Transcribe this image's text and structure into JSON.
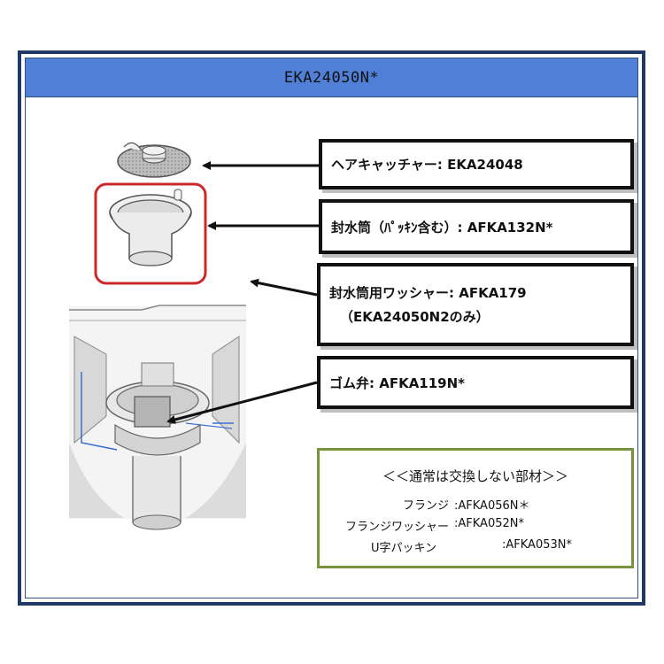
{
  "header": {
    "title": "EKA24050N*"
  },
  "labels": [
    {
      "id": "hair-catcher",
      "text": "ヘアキャッチャー: EKA24048"
    },
    {
      "id": "seal-tube",
      "text": "封水筒（ﾊﾟｯｷﾝ含む）: AFKA132N*"
    },
    {
      "id": "washer",
      "text": "封水筒用ワッシャー: AFKA179",
      "sub": "（EKA24050N2のみ）"
    },
    {
      "id": "rubber-valve",
      "text": "ゴム弁: AFKA119N*"
    }
  ],
  "not_replaced": {
    "title": "＜＜通常は交換しない部材＞＞",
    "items": [
      {
        "name": "フランジ",
        "code": ":AFKA056N＊"
      },
      {
        "name": "フランジワッシャー",
        "code": ":AFKA052N*"
      },
      {
        "name": "U字パッキン",
        "code": ":AFKA053N*"
      }
    ]
  },
  "colors": {
    "header_bg": "#4f7fd6",
    "frame": "#1f3864",
    "highlight": "#cc2a2a",
    "green_border": "#77933c",
    "water_line": "#3a6fd0"
  }
}
